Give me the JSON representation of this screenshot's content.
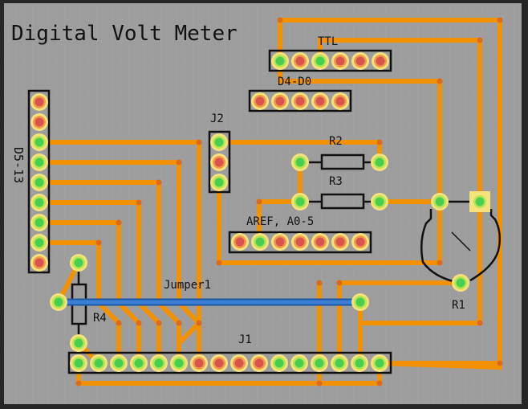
{
  "title": "Digital Volt Meter",
  "colors": {
    "board": "#9d9d9d",
    "border": "#262626",
    "trace": "#f39200",
    "trace_via": "#dc6a1c",
    "jumper": "#3a7fd5",
    "jumper_edge": "#1d5aa8",
    "outline": "#111111",
    "pad_ring": "#f6e27a",
    "pad_connected_inner": "#48cf52",
    "pad_connected_mid": "#b8e552",
    "pad_unconnected_inner": "#d9534f",
    "pad_unconnected_mid": "#f29a4a"
  },
  "components": {
    "ttl": {
      "label": "TTL",
      "pins": [
        "connected",
        "unconnected",
        "connected",
        "unconnected",
        "unconnected",
        "unconnected"
      ]
    },
    "d4_d0": {
      "label": "D4-D0",
      "pins": [
        "unconnected",
        "unconnected",
        "unconnected",
        "unconnected",
        "unconnected"
      ]
    },
    "d5_13": {
      "label": "D5-13",
      "pins": [
        "unconnected",
        "unconnected",
        "connected",
        "connected",
        "connected",
        "connected",
        "connected",
        "connected",
        "unconnected"
      ]
    },
    "j2": {
      "label": "J2",
      "pins": [
        "connected",
        "unconnected",
        "connected"
      ]
    },
    "r2": {
      "label": "R2"
    },
    "r3": {
      "label": "R3"
    },
    "aref": {
      "label": "AREF, A0-5",
      "pins": [
        "unconnected",
        "connected",
        "unconnected",
        "unconnected",
        "unconnected",
        "unconnected",
        "unconnected"
      ]
    },
    "r1": {
      "label": "R1"
    },
    "r4": {
      "label": "R4"
    },
    "jumper1": {
      "label": "Jumper1"
    },
    "j1": {
      "label": "J1",
      "pins": [
        "connected",
        "connected",
        "connected",
        "connected",
        "connected",
        "connected",
        "unconnected",
        "unconnected",
        "unconnected",
        "unconnected",
        "connected",
        "connected",
        "connected",
        "connected",
        "connected",
        "connected"
      ]
    }
  }
}
